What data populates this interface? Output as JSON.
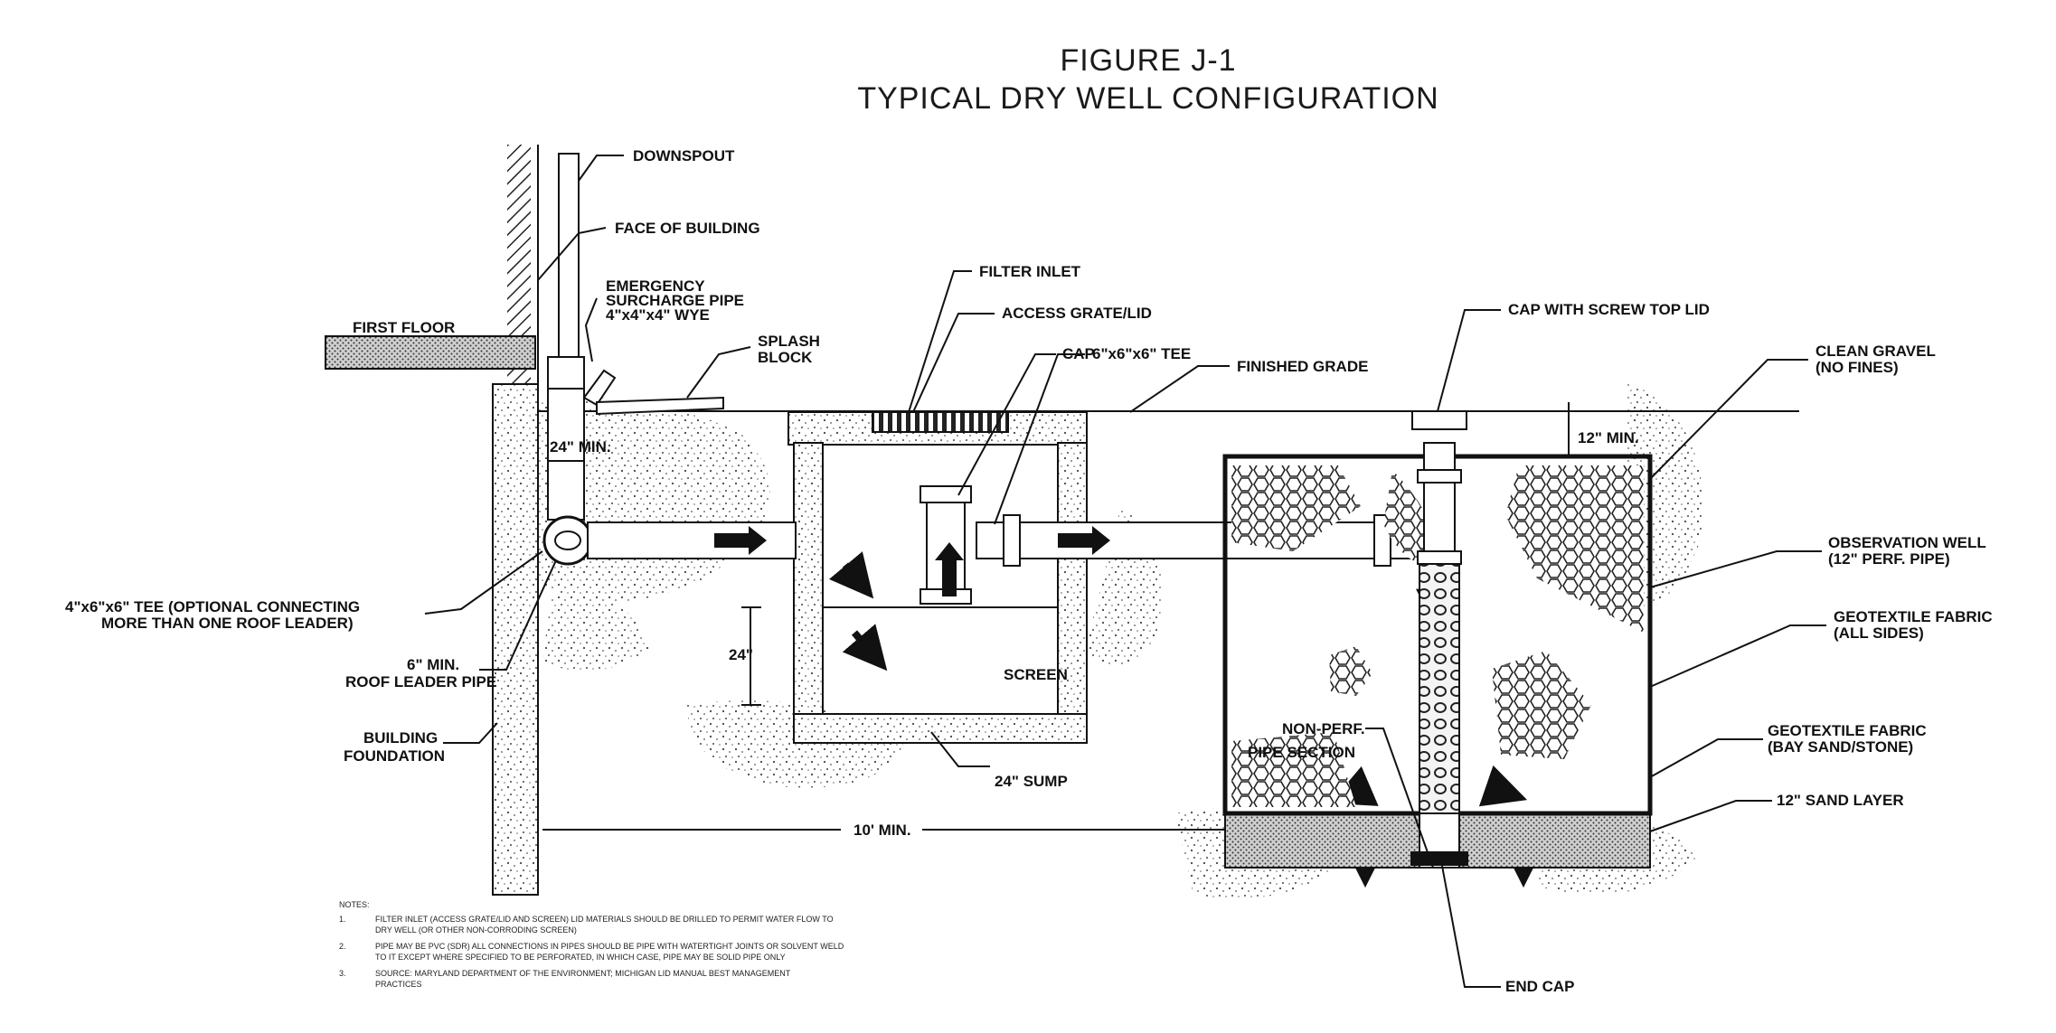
{
  "figure": {
    "title_line1": "FIGURE J-1",
    "title_line2": "TYPICAL DRY WELL CONFIGURATION"
  },
  "labels": {
    "downspout": "DOWNSPOUT",
    "face_of_building": "FACE OF BUILDING",
    "emergency_1": "EMERGENCY",
    "emergency_2": "SURCHARGE PIPE",
    "emergency_3": "4\"x4\"x4\" WYE",
    "first_floor": "FIRST FLOOR",
    "splash_1": "SPLASH",
    "splash_2": "BLOCK",
    "filter_inlet": "FILTER INLET",
    "access_grate": "ACCESS GRATE/LID",
    "cap": "CAP",
    "tee": "6\"x6\"x6\" TEE",
    "finished_grade": "FINISHED GRADE",
    "cap_screw": "CAP WITH SCREW TOP LID",
    "min24": "24\" MIN.",
    "min12": "12\" MIN.",
    "clean_gravel_1": "CLEAN GRAVEL",
    "clean_gravel_2": "(NO FINES)",
    "obs_well_1": "OBSERVATION WELL",
    "obs_well_2": "(12\" PERF. PIPE)",
    "geo_all_1": "GEOTEXTILE FABRIC",
    "geo_all_2": "(ALL SIDES)",
    "tee_opt_1": "4\"x6\"x6\" TEE (OPTIONAL CONNECTING",
    "tee_opt_2": "MORE THAN ONE ROOF LEADER)",
    "roof_1": "6\" MIN.",
    "roof_2": "ROOF LEADER PIPE",
    "sump_24": "24\"",
    "screen": "SCREEN",
    "geo_bay_1": "GEOTEXTILE FABRIC",
    "geo_bay_2": "(BAY SAND/STONE)",
    "nonperf_1": "NON-PERF.",
    "nonperf_2": "PIPE SECTION",
    "bldg_1": "BUILDING",
    "bldg_2": "FOUNDATION",
    "sump": "24\" SUMP",
    "sand_layer": "12\" SAND LAYER",
    "dist": "10' MIN.",
    "end_cap": "END CAP"
  },
  "notes": {
    "header": "NOTES:",
    "n1_num": "1.",
    "n1_l1": "FILTER INLET (ACCESS GRATE/LID AND SCREEN) LID MATERIALS SHOULD BE DRILLED TO PERMIT WATER FLOW TO",
    "n1_l2": "DRY WELL (OR OTHER NON-CORRODING SCREEN)",
    "n2_num": "2.",
    "n2_l1": "PIPE MAY BE PVC (SDR) ALL CONNECTIONS IN PIPES SHOULD BE PIPE WITH WATERTIGHT JOINTS OR SOLVENT WELD",
    "n2_l2": "TO IT EXCEPT WHERE SPECIFIED TO BE PERFORATED, IN WHICH CASE, PIPE MAY BE SOLID PIPE ONLY",
    "n3_num": "3.",
    "n3_l1": "SOURCE: MARYLAND DEPARTMENT OF THE ENVIRONMENT; MICHIGAN LID MANUAL BEST MANAGEMENT",
    "n3_l2": "PRACTICES"
  },
  "colors": {
    "ink": "#111111",
    "paper": "#ffffff",
    "fill": "#dcdcdc"
  }
}
